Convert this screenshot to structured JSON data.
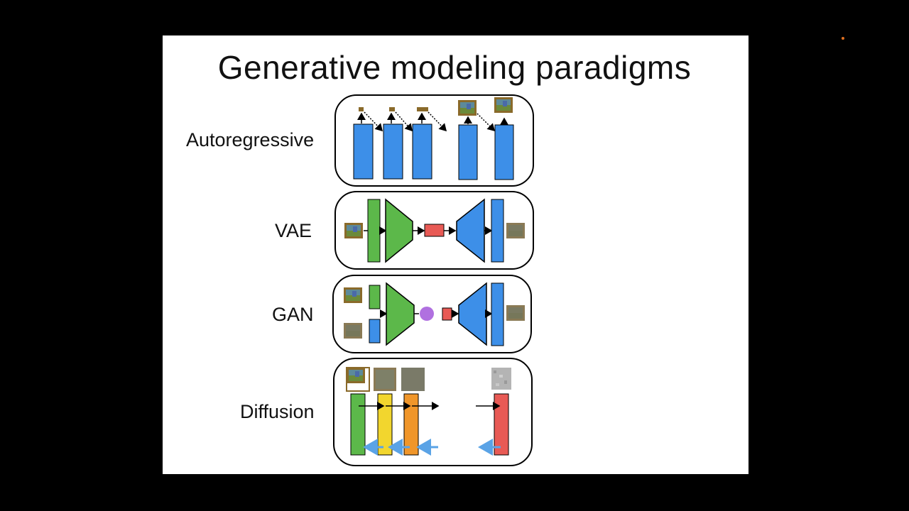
{
  "slide": {
    "title": "Generative modeling paradigms"
  },
  "paradigms": [
    {
      "id": "autoregressive",
      "label": "Autoregressive"
    },
    {
      "id": "vae",
      "label": "VAE"
    },
    {
      "id": "gan",
      "label": "GAN"
    },
    {
      "id": "diffusion",
      "label": "Diffusion"
    }
  ],
  "colors": {
    "blue": "#3d8fe8",
    "green": "#5cb84a",
    "red": "#e85a55",
    "purple": "#b070e0",
    "yellow": "#f2d62e",
    "orange": "#f0962a",
    "arrow_blue": "#5aa3e6"
  }
}
